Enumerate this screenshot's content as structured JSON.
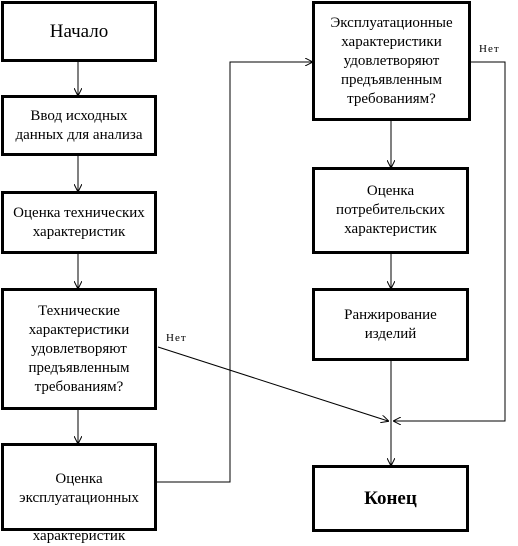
{
  "diagram": {
    "nodes": {
      "start": "Начало",
      "input": "Ввод исходных\nданных для анализа",
      "tech_eval": "Оценка технических\nхарактеристик",
      "tech_check": "Технические\nхарактеристики\nудовлетворяют\nпредъявленным\nтребованиям?",
      "expl_eval": "Оценка\nэксплуатационных\n\nхарактеристик",
      "expl_check": "Эксплуатационные\nхарактеристики\nудовлетворяют\nпредъявленным\nтребованиям?",
      "consumer_eval": "Оценка\nпотребительских\n      характеристик",
      "ranking": "Ранжирование\n  изделий",
      "end": "Конец"
    },
    "edge_labels": {
      "tech_no": "Нет",
      "expl_no": "Нет"
    }
  }
}
